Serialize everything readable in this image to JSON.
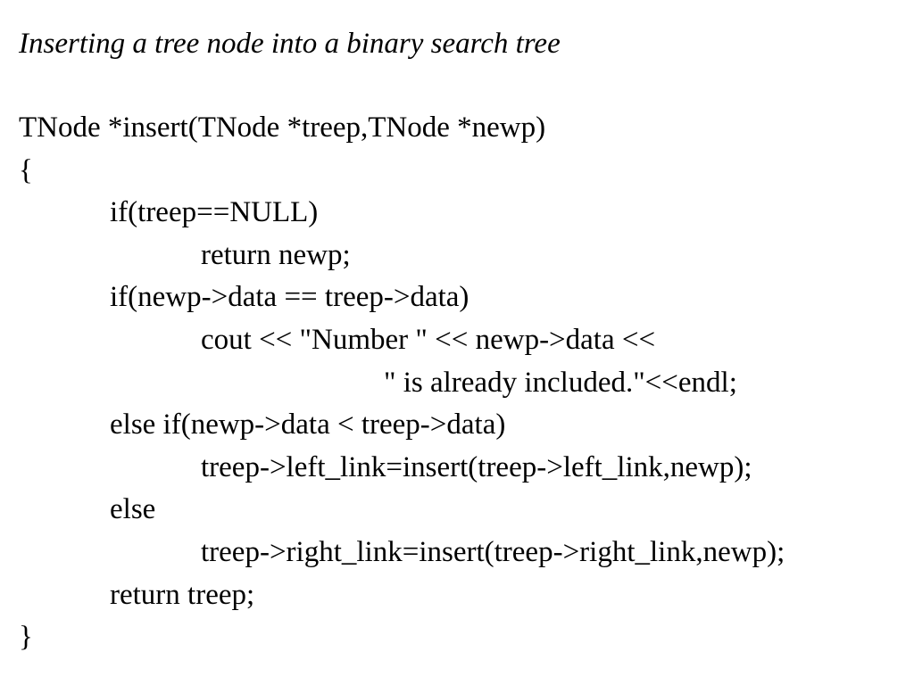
{
  "title": "Inserting a tree node into a binary search tree",
  "code_lines": [
    {
      "indent": 0,
      "text": "TNode *insert(TNode *treep,TNode *newp)"
    },
    {
      "indent": 0,
      "text": "{"
    },
    {
      "indent": 1,
      "text": "if(treep==NULL)"
    },
    {
      "indent": 2,
      "text": "return newp;"
    },
    {
      "indent": 1,
      "text": "if(newp->data == treep->data)"
    },
    {
      "indent": 2,
      "text": "cout << \"Number \" << newp->data <<"
    },
    {
      "indent": 4,
      "text": "\" is already included.\"<<endl;"
    },
    {
      "indent": 1,
      "text": "else if(newp->data < treep->data)"
    },
    {
      "indent": 2,
      "text": "treep->left_link=insert(treep->left_link,newp);"
    },
    {
      "indent": 1,
      "text": "else"
    },
    {
      "indent": 2,
      "text": "treep->right_link=insert(treep->right_link,newp);"
    },
    {
      "indent": 1,
      "text": "return treep;"
    },
    {
      "indent": 0,
      "text": "}"
    }
  ]
}
